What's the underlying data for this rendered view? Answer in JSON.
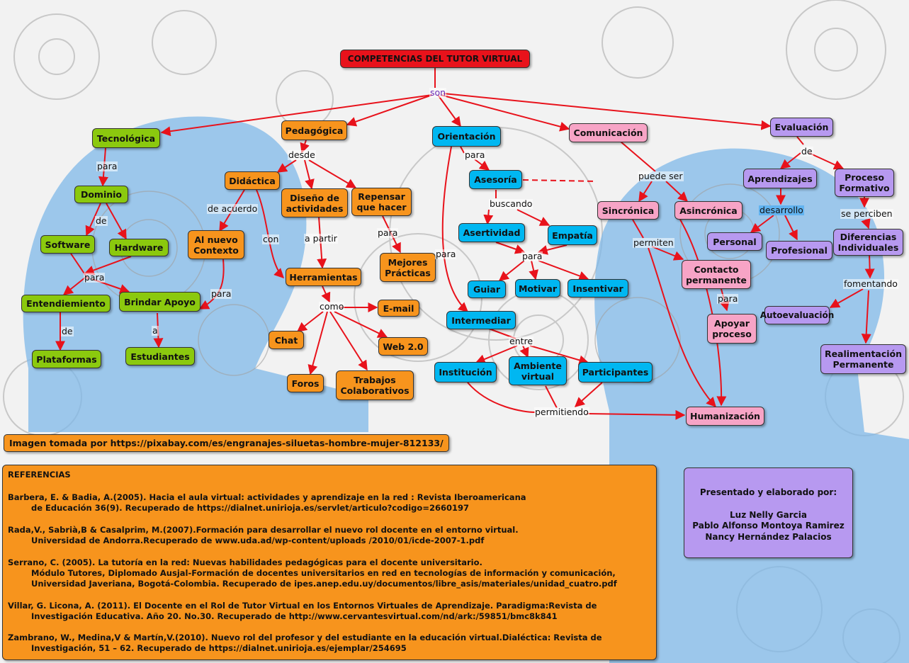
{
  "title": "COMPETENCIAS DEL TUTOR VIRTUAL",
  "nodes": {
    "title": "COMPETENCIAS DEL TUTOR VIRTUAL",
    "tecnologica": "Tecnológica",
    "dominio": "Dominio",
    "software": "Software",
    "hardware": "Hardware",
    "entendiemiento": "Entendiemiento",
    "brindar_apoyo": "Brindar Apoyo",
    "plataformas": "Plataformas",
    "estudiantes": "Estudiantes",
    "pedagogica": "Pedagógica",
    "didactica": "Didáctica",
    "al_nuevo_contexto": "Al nuevo Contexto",
    "diseno_actividades": "Diseño de actividades",
    "repensar": "Repensar que hacer",
    "mejores_practicas": "Mejores Prácticas",
    "herramientas": "Herramientas",
    "email": "E-mail",
    "chat": "Chat",
    "web20": "Web 2.0",
    "foros": "Foros",
    "trabajos": "Trabajos Colaborativos",
    "orientacion": "Orientación",
    "asesoria": "Asesoría",
    "asertividad": "Asertividad",
    "empatia": "Empatía",
    "guiar": "Guiar",
    "motivar": "Motivar",
    "insentivar": "Insentivar",
    "intermediar": "Intermediar",
    "institucion": "Institución",
    "ambiente_virtual": "Ambiente virtual",
    "participantes": "Participantes",
    "comunicacion": "Comunicación",
    "sincronica": "Sincrónica",
    "asincronica": "Asincrónica",
    "contacto_permanente": "Contacto permanente",
    "apoyar_proceso": "Apoyar proceso",
    "humanizacion": "Humanización",
    "evaluacion": "Evaluación",
    "aprendizajes": "Aprendizajes",
    "proceso_formativo": "Proceso Formativo",
    "personal": "Personal",
    "profesional": "Profesional",
    "diferencias_individuales": "Diferencias Individuales",
    "autoevaluacion": "Autoevaluación",
    "realimentacion_permanente": "Realimentación Permanente"
  },
  "labels": {
    "son": "son",
    "para_tec": "para",
    "de_dom": "de",
    "para_ent": "para",
    "de_ent": "de",
    "a_est": "a",
    "desde": "desde",
    "de_acuerdo": "de acuerdo",
    "con": "con",
    "a_partir": "a partir",
    "para_rep": "para",
    "para_ctx": "para",
    "como": "como",
    "para_ori": "para",
    "buscando": "buscando",
    "para_ori2": "para",
    "para_ase": "para",
    "entre": "entre",
    "permitiendo": "permitiendo",
    "puede_ser": "puede ser",
    "permiten": "permiten",
    "para_con": "para",
    "de_eva": "de",
    "desarrollo": "desarrollo",
    "se_perciben": "se perciben",
    "fomentando": "fomentando"
  },
  "credit": "Imagen tomada por https://pixabay.com/es/engranajes-siluetas-hombre-mujer-812133/",
  "references": {
    "title": "REFERENCIAS",
    "items": [
      [
        "Barbera, E. & Badia, A.(2005). Hacia el aula virtual: actividades y aprendizaje en la red : Revista Iberoamericana",
        "de Educación 36(9). Recuperado de https://dialnet.unirioja.es/servlet/articulo?codigo=2660197"
      ],
      [
        "Rada,V., Sabrià,B & Casalprim, M.(2007).Formación para desarrollar el nuevo rol docente en el entorno virtual.",
        "Universidad de Andorra.Recuperado de www.uda.ad/wp-content/uploads /2010/01/icde-2007-1.pdf"
      ],
      [
        "Serrano, C. (2005). La tutoría en la red: Nuevas habilidades pedagógicas para el docente universitario.",
        "Módulo Tutores, Diplomado Ausjal-Formación de docentes universitarios en red en tecnologías de información y comunicación,",
        "Universidad Javeriana, Bogotá-Colombia. Recuperado de ipes.anep.edu.uy/documentos/libre_asis/materiales/unidad_cuatro.pdf"
      ],
      [
        "Villar, G. Licona, A. (2011). El Docente en el Rol de Tutor Virtual en los Entornos Virtuales de  Aprendizaje. Paradigma:Revista de",
        "Investigación Educativa. Año 20. No.30. Recuperado de     http://www.cervantesvirtual.com/nd/ark:/59851/bmc8k841"
      ],
      [
        "Zambrano, W., Medina,V & Martín,V.(2010). Nuevo rol del profesor y del estudiante en la educación virtual.Dialéctica: Revista de",
        "Investigación, 51 – 62. Recuperado de     https://dialnet.unirioja.es/ejemplar/254695"
      ]
    ]
  },
  "author": {
    "heading": "Presentado y elaborado por:",
    "names": [
      "Luz Nelly Garcia",
      "Pablo Alfonso Montoya Ramirez",
      "Nancy Hernández Palacios"
    ]
  },
  "colors": {
    "tecnologica": "#8bc90e",
    "pedagogica": "#f7941d",
    "orientacion": "#00b7f1",
    "comunicacion": "#f7a4c6",
    "evaluacion": "#b799f0",
    "title": "#e8121b",
    "arrow": "#e8121b"
  }
}
